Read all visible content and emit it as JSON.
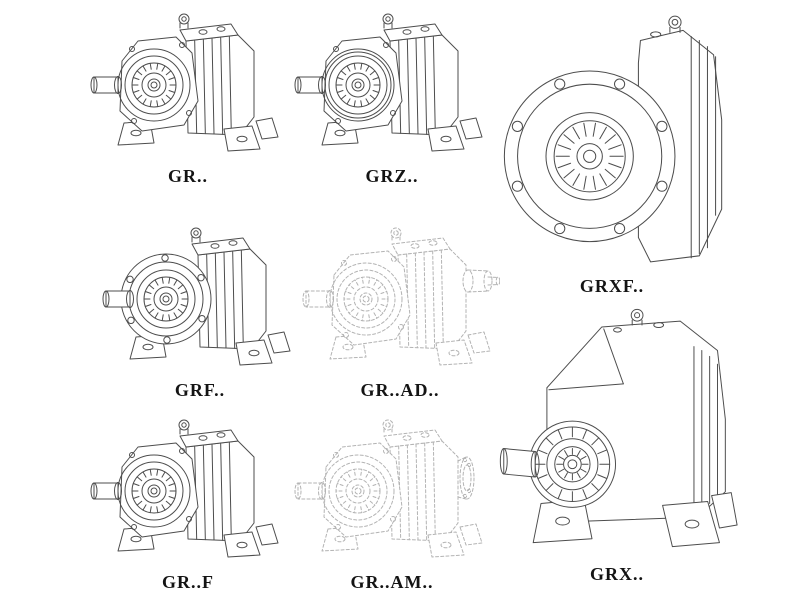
{
  "page": {
    "background": "#ffffff"
  },
  "colors": {
    "line": "#4d4d4d",
    "ghost_line": "#b3b3b3",
    "label": "#141414"
  },
  "figures": [
    {
      "id": "gr",
      "label": "GR.."
    },
    {
      "id": "grz",
      "label": "GRZ.."
    },
    {
      "id": "grxf",
      "label": "GRXF.."
    },
    {
      "id": "grf",
      "label": "GRF.."
    },
    {
      "id": "grad",
      "label": "GR..AD.."
    },
    {
      "id": "grft",
      "label": "GR..F"
    },
    {
      "id": "gram",
      "label": "GR..AM.."
    },
    {
      "id": "grx",
      "label": "GRX.."
    }
  ]
}
